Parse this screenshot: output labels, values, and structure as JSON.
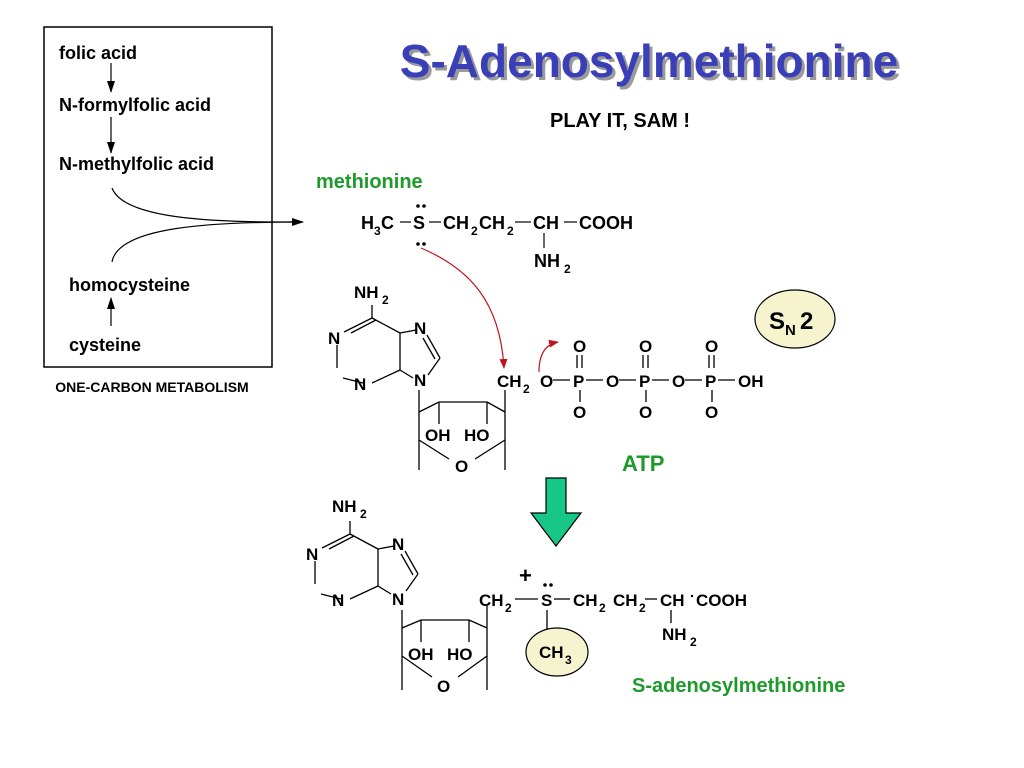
{
  "title": "S-Adenosylmethionine",
  "subtitle": "PLAY IT, SAM !",
  "box": {
    "folic_acid": "folic acid",
    "n_formyl": "N-formylfolic acid",
    "n_methyl": "N-methylfolic acid",
    "homocysteine": "homocysteine",
    "cysteine": "cysteine",
    "caption": "ONE-CARBON METABOLISM"
  },
  "methionine": {
    "label": "methionine",
    "h3c_h": "H",
    "h3c_sub": "3",
    "h3c_c": "C",
    "s": "S",
    "ch2a": "CH",
    "sub2": "2",
    "ch2b": "CH",
    "ch": "CH",
    "cooh": "COOH",
    "nh": "NH",
    "nh_sub": "2"
  },
  "sn2": {
    "s": "S",
    "n": "N",
    "two": "2"
  },
  "atp": {
    "label": "ATP",
    "nh": "NH",
    "nh_sub": "2",
    "n": "N",
    "o": "O",
    "p": "P",
    "oh": "OH",
    "ho": "HO",
    "ch": "CH",
    "sub2": "2"
  },
  "sam": {
    "label": "S-adenosylmethionine",
    "plus": "+",
    "s": "S",
    "ch": "CH",
    "sub2": "2",
    "cooh": "COOH",
    "nh": "NH",
    "nh_sub": "2",
    "ch3": "CH",
    "ch3_sub": "3",
    "oh": "OH",
    "ho": "HO",
    "n": "N",
    "o": "O"
  },
  "colors": {
    "title": "#3a3fb8",
    "green_label": "#1e9a2a",
    "red_arrow": "#c0141c",
    "arrow_fill": "#17c787",
    "highlight": "#f6f3cf"
  }
}
